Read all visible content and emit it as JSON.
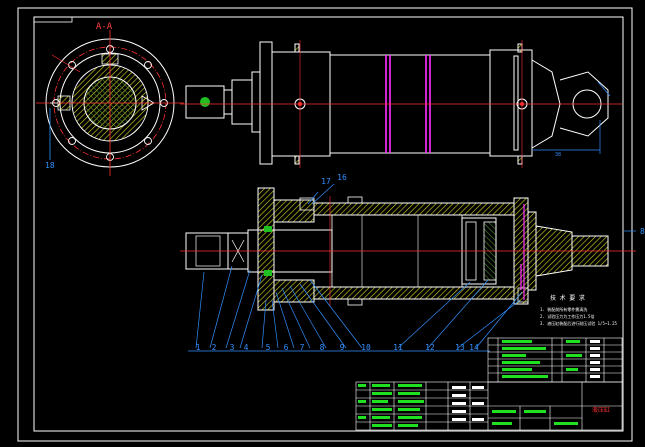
{
  "section_label": "A-A",
  "view_callout": "18",
  "dim_text": "38",
  "part_labels": [
    "1",
    "2",
    "3",
    "4",
    "5",
    "6",
    "7",
    "8",
    "9",
    "10",
    "11",
    "12",
    "13",
    "14",
    "16",
    "17"
  ],
  "right_callout": "8",
  "tech_req": {
    "title": "技 术 要 求",
    "lines": [
      "1. 装配前所有零件需清洗",
      "2. 试验压力为工作压力1.5倍",
      "3. 液压缸装配后进行耐压试验 1/5~1.25"
    ]
  },
  "title_block": {
    "stamp": "液压缸"
  },
  "colors": {
    "background": "#000000",
    "outline": "#ffffff",
    "centerline": "#ff2020",
    "hatch": "#e0e020",
    "leader": "#3090ff",
    "seal": "#ff30ff",
    "table": "#20e020",
    "stamp": "#ff3030"
  }
}
